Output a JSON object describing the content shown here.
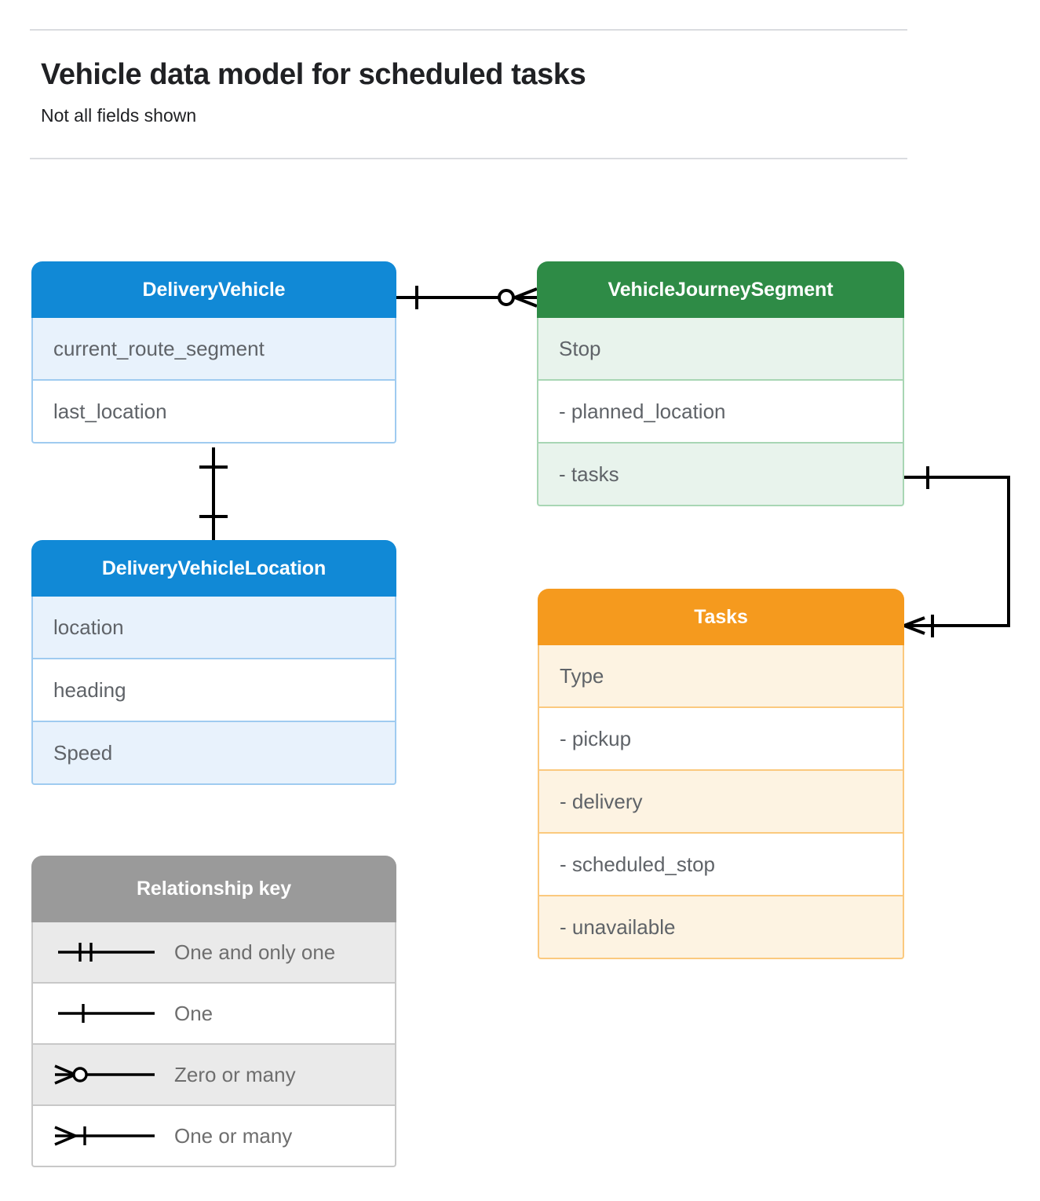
{
  "header": {
    "title": "Vehicle data model for scheduled tasks",
    "subtitle": "Not all fields shown"
  },
  "colors": {
    "blue_header": "#1189d6",
    "blue_tint": "#e8f2fc",
    "blue_border": "#9fcbf0",
    "green_header": "#2e8b46",
    "green_tint": "#e8f3ec",
    "green_border": "#a8d6b4",
    "orange_header": "#f59a1e",
    "orange_tint": "#fdf3e2",
    "orange_border": "#fbc97e",
    "gray_header": "#9a9a9a",
    "gray_tint": "#eaeaea",
    "gray_border": "#c8c8c8",
    "line": "#000000",
    "rule": "#dadce0",
    "text": "#5f6368"
  },
  "entities": {
    "delivery_vehicle": {
      "title": "DeliveryVehicle",
      "fields": [
        "current_route_segment",
        "last_location"
      ]
    },
    "vehicle_journey_segment": {
      "title": "VehicleJourneySegment",
      "fields": [
        "Stop",
        "-  planned_location",
        "- tasks"
      ]
    },
    "delivery_vehicle_location": {
      "title": "DeliveryVehicleLocation",
      "fields": [
        "location",
        "heading",
        "Speed"
      ]
    },
    "tasks": {
      "title": "Tasks",
      "fields": [
        "Type",
        "-  pickup",
        "-  delivery",
        "-  scheduled_stop",
        "-  unavailable"
      ]
    }
  },
  "legend": {
    "title": "Relationship key",
    "items": [
      {
        "label": "One and only one",
        "glyph": "one-and-only-one"
      },
      {
        "label": "One",
        "glyph": "one"
      },
      {
        "label": "Zero or many",
        "glyph": "zero-or-many"
      },
      {
        "label": "One or many",
        "glyph": "one-or-many"
      }
    ]
  },
  "relationships": [
    {
      "from": "DeliveryVehicle",
      "to": "VehicleJourneySegment",
      "from_cardinality": "One",
      "to_cardinality": "Zero or many"
    },
    {
      "from": "DeliveryVehicle",
      "to": "DeliveryVehicleLocation",
      "from_cardinality": "One",
      "to_cardinality": "One"
    },
    {
      "from": "VehicleJourneySegment.tasks",
      "to": "Tasks",
      "from_cardinality": "One",
      "to_cardinality": "One or many"
    }
  ]
}
